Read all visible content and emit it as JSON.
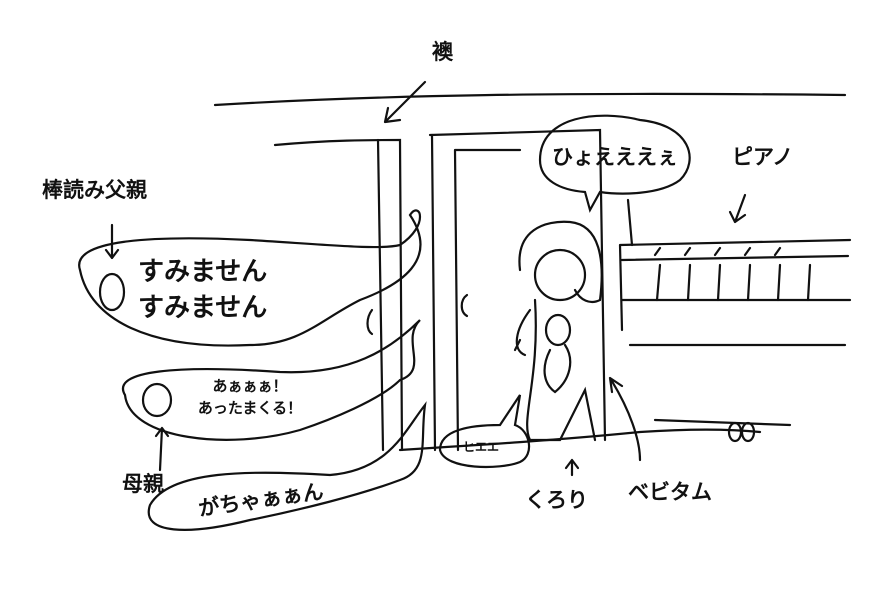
{
  "labels": {
    "fusuma": "襖",
    "father": "棒読み父親",
    "father_line1": "すみません",
    "father_line2": "すみません",
    "scream": "ひょえええぇ",
    "piano": "ピアノ",
    "mother_line1": "あぁぁぁ！",
    "mother_line2": "あったまくる！",
    "mother": "母親",
    "crash": "がちゃぁぁん",
    "hiee": "ヒエエ",
    "kurori": "くろり",
    "bebitam": "ベビタム"
  }
}
